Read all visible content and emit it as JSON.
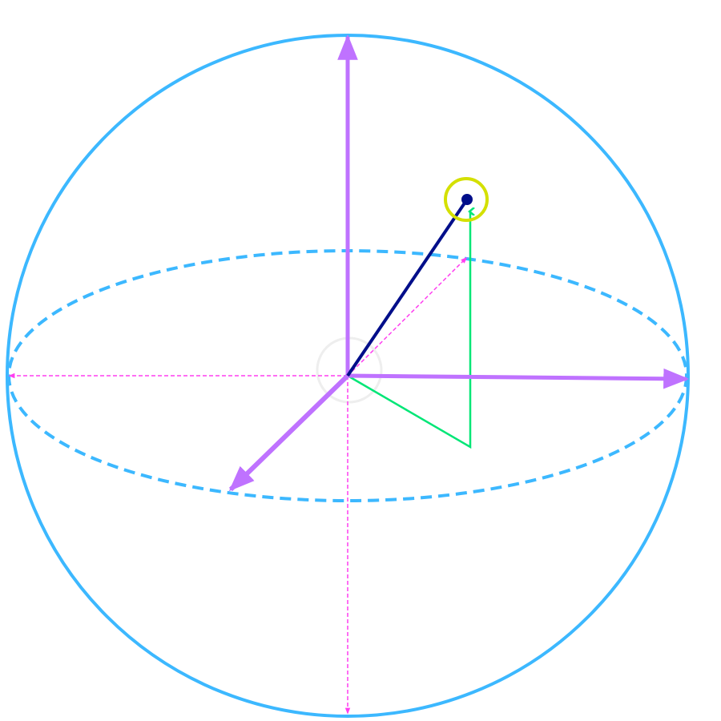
{
  "diagram": {
    "type": "bloch-sphere",
    "colors": {
      "sphere": "#3cb8ff",
      "axes": "#bf72ff",
      "state_vector": "#000e8a",
      "projection": "#00e676",
      "guides": "#ff3ef0",
      "marker": "#d4e000",
      "angle_arc": "#eeeeee"
    },
    "state_vector": {
      "theta_deg": 35,
      "phi_deg": 40
    }
  }
}
